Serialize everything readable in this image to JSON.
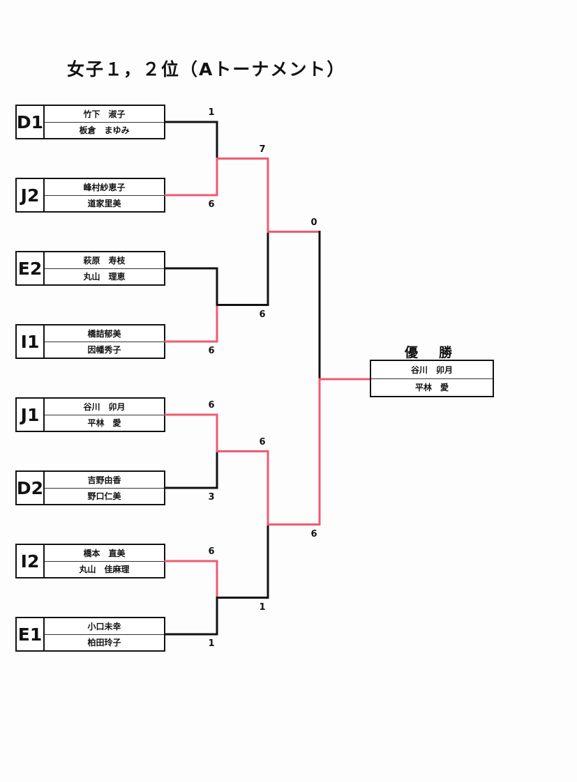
{
  "title": "女子１，２位（Aトーナメント）",
  "colors": {
    "win": "#ef5a72",
    "lose": "#111111"
  },
  "teams": [
    {
      "seed": "D1",
      "players": [
        "竹下　淑子",
        "板倉　まゆみ"
      ],
      "score": "1"
    },
    {
      "seed": "J2",
      "players": [
        "峰村紗恵子",
        "道家里美"
      ],
      "score": "6"
    },
    {
      "seed": "E2",
      "players": [
        "萩原　寿枝",
        "丸山　理恵"
      ],
      "score": ""
    },
    {
      "seed": "I1",
      "players": [
        "橋詰郁美",
        "因幡秀子"
      ],
      "score": "6"
    },
    {
      "seed": "J1",
      "players": [
        "谷川　卯月",
        "平林　愛"
      ],
      "score": "6"
    },
    {
      "seed": "D2",
      "players": [
        "吉野由香",
        "野口仁美"
      ],
      "score": "3"
    },
    {
      "seed": "I2",
      "players": [
        "橋本　直美",
        "丸山　佳麻理"
      ],
      "score": "6"
    },
    {
      "seed": "E1",
      "players": [
        "小口未幸",
        "柏田玲子"
      ],
      "score": "1"
    }
  ],
  "round2_scores": [
    "7",
    "6",
    "6",
    "1"
  ],
  "semifinal_scores": [
    "0",
    "6"
  ],
  "champion": {
    "label": "優勝",
    "players": [
      "谷川　卯月",
      "平林　愛"
    ]
  }
}
